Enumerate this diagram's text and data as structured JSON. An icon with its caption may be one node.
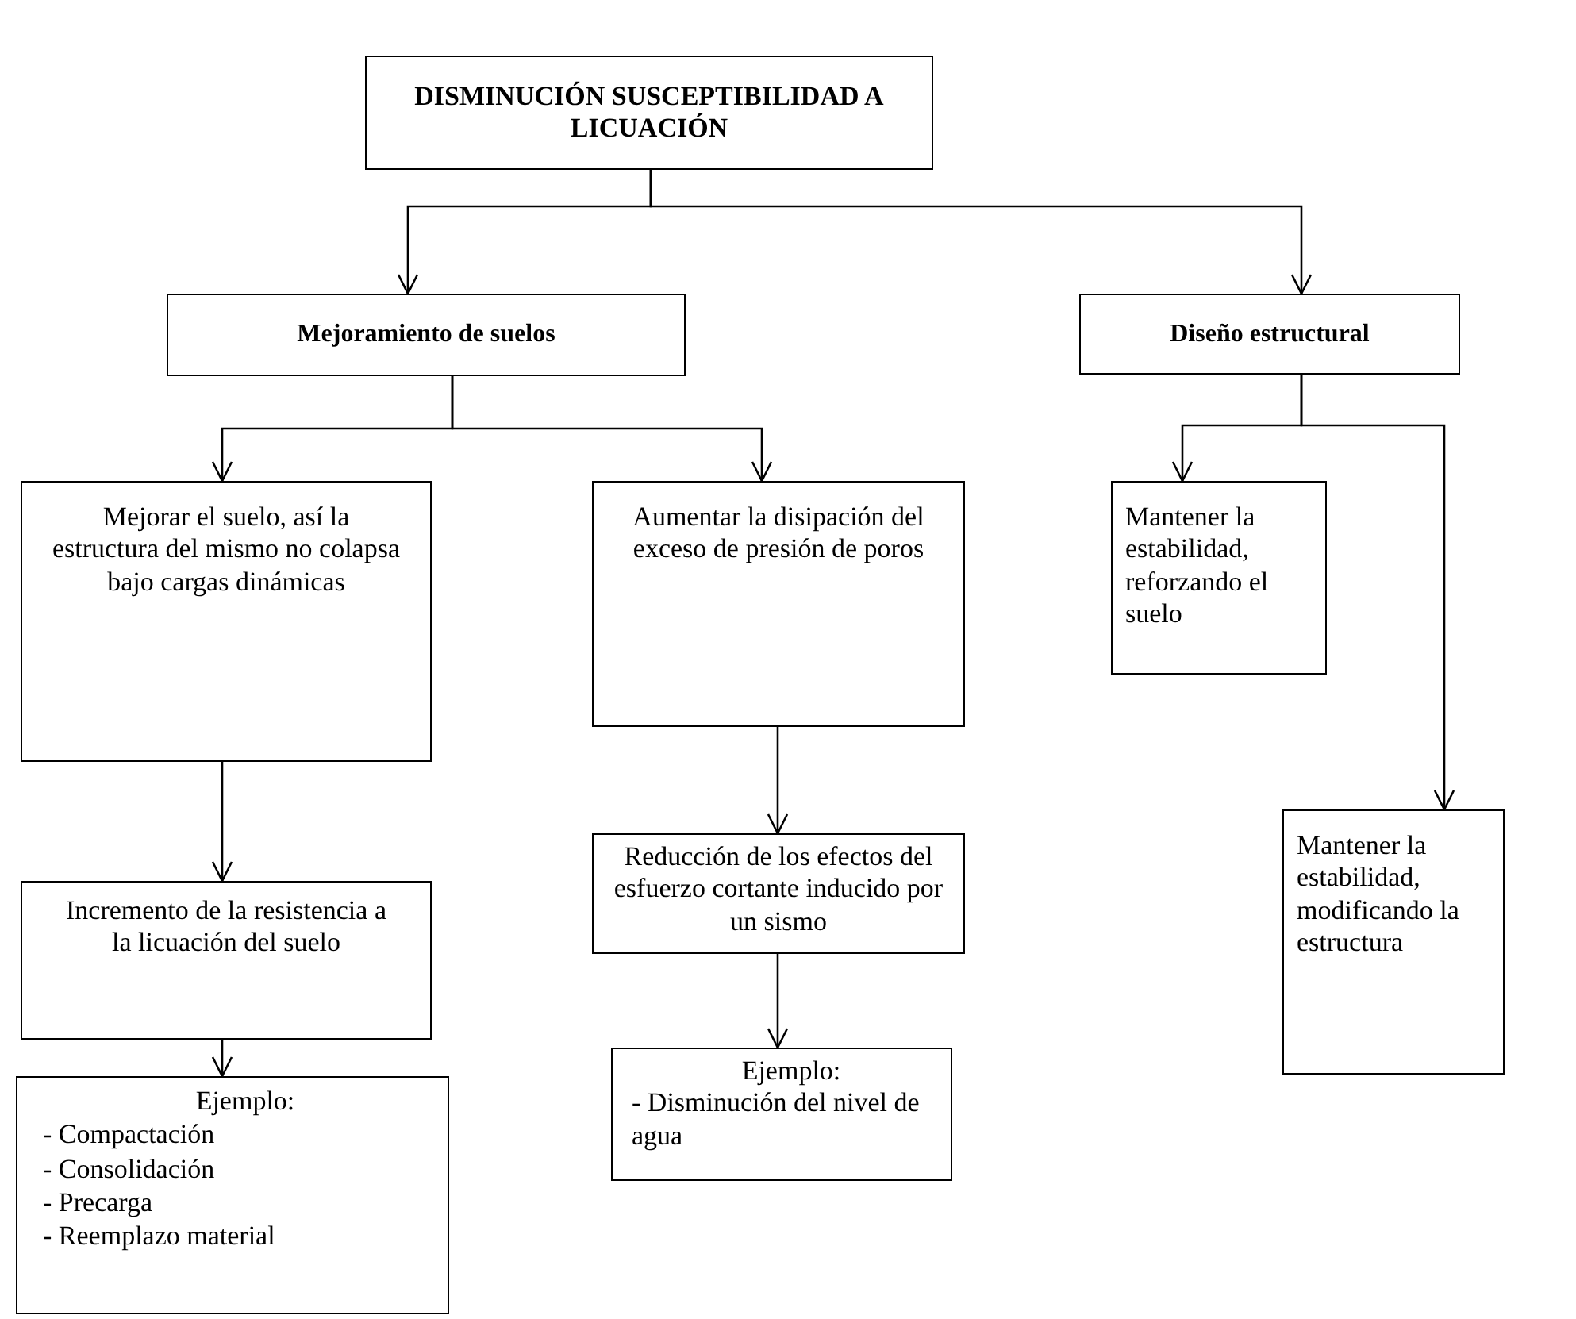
{
  "diagram": {
    "nodes": [
      {
        "text": [
          "DISMINUCIÓN SUSCEPTIBILIDAD A LICUACIÓN"
        ]
      },
      {
        "text": [
          "Mejoramiento de suelos"
        ]
      },
      {
        "text": [
          "Diseño estructural"
        ]
      },
      {
        "text": [
          "Mejorar el suelo, así la estructura del mismo no colapsa bajo cargas dinámicas"
        ]
      },
      {
        "text": [
          "Aumentar la disipación del exceso de presión de poros"
        ]
      },
      {
        "text": [
          "Mantener la estabilidad, reforzando el suelo"
        ]
      },
      {
        "text": [
          "Incremento de la resistencia a la licuación del suelo"
        ]
      },
      {
        "text": [
          "Reducción de los efectos del esfuerzo cortante inducido por un sismo"
        ]
      },
      {
        "text": [
          "Mantener la estabilidad, modificando la estructura"
        ]
      },
      {
        "text": [
          "Ejemplo:",
          "- Compactación",
          "- Consolidación",
          "- Precarga",
          "- Reemplazo material"
        ]
      },
      {
        "text": [
          "Ejemplo:",
          "- Disminución del nivel de agua"
        ]
      }
    ],
    "edges": [
      {
        "from": 0,
        "to": 1,
        "arrow": "to"
      },
      {
        "from": 0,
        "to": 2,
        "arrow": "to"
      },
      {
        "from": 1,
        "to": 3,
        "arrow": "to"
      },
      {
        "from": 1,
        "to": 4,
        "arrow": "to"
      },
      {
        "from": 2,
        "to": 5,
        "arrow": "to"
      },
      {
        "from": 2,
        "to": 8,
        "arrow": "to"
      },
      {
        "from": 3,
        "to": 6,
        "arrow": "to"
      },
      {
        "from": 6,
        "to": 9,
        "arrow": "to"
      },
      {
        "from": 4,
        "to": 7,
        "arrow": "to"
      },
      {
        "from": 7,
        "to": 10,
        "arrow": "to"
      }
    ]
  }
}
